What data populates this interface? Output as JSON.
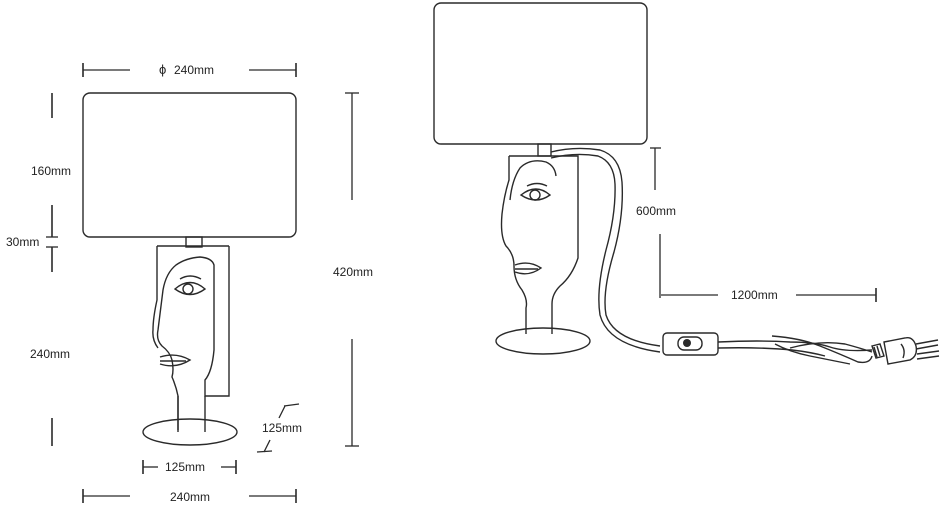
{
  "front_view": {
    "shade_diameter_label": "240mm",
    "shade_height_label": "160mm",
    "neck_height_label": "30mm",
    "base_height_label": "240mm",
    "total_height_label": "420mm",
    "foot_depth_label": "125mm",
    "foot_width_label": "125mm",
    "overall_width_label": "240mm"
  },
  "side_view": {
    "cable_drop_label": "600mm",
    "cable_length_label": "1200mm"
  },
  "diameter_symbol": "ϕ"
}
